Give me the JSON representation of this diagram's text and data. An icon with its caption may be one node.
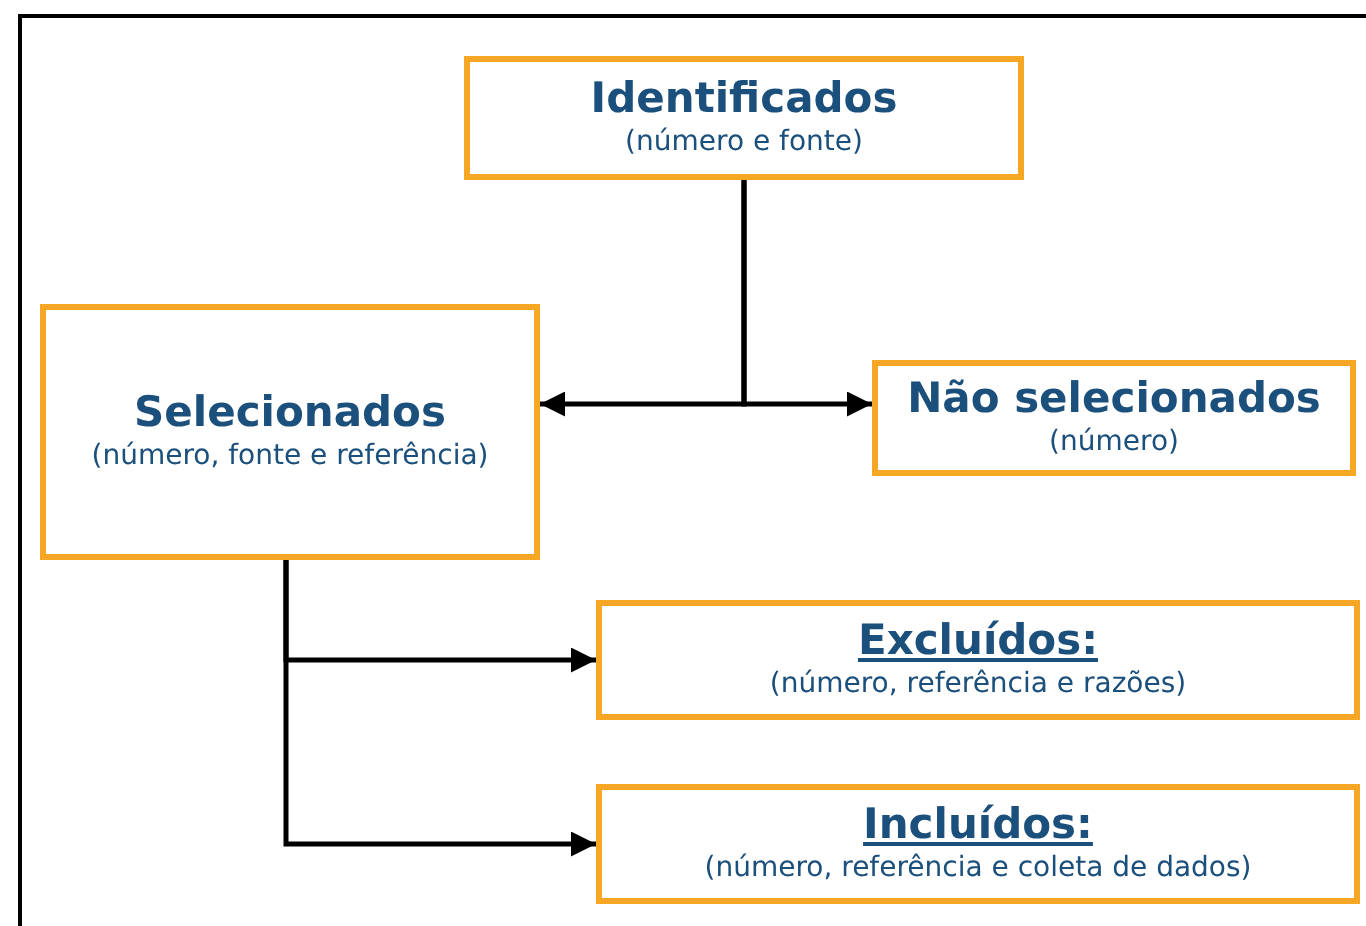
{
  "diagram": {
    "nodes": [
      {
        "text": [
          "Identificados",
          "(número e fonte)"
        ]
      },
      {
        "text": [
          "Selecionados",
          "(número, fonte e referência)"
        ]
      },
      {
        "text": [
          "Não selecionados",
          "(número)"
        ]
      },
      {
        "text": [
          "Excluídos:",
          "(número, referência e razões)"
        ]
      },
      {
        "text": [
          "Incluídos:",
          "(número, referência e coleta de dados)"
        ]
      }
    ],
    "edges": [
      {
        "from": 0,
        "to": 1,
        "arrow": "to"
      },
      {
        "from": 0,
        "to": 2,
        "arrow": "to"
      },
      {
        "from": 1,
        "to": 3,
        "arrow": "to"
      },
      {
        "from": 1,
        "to": 4,
        "arrow": "to"
      }
    ]
  }
}
